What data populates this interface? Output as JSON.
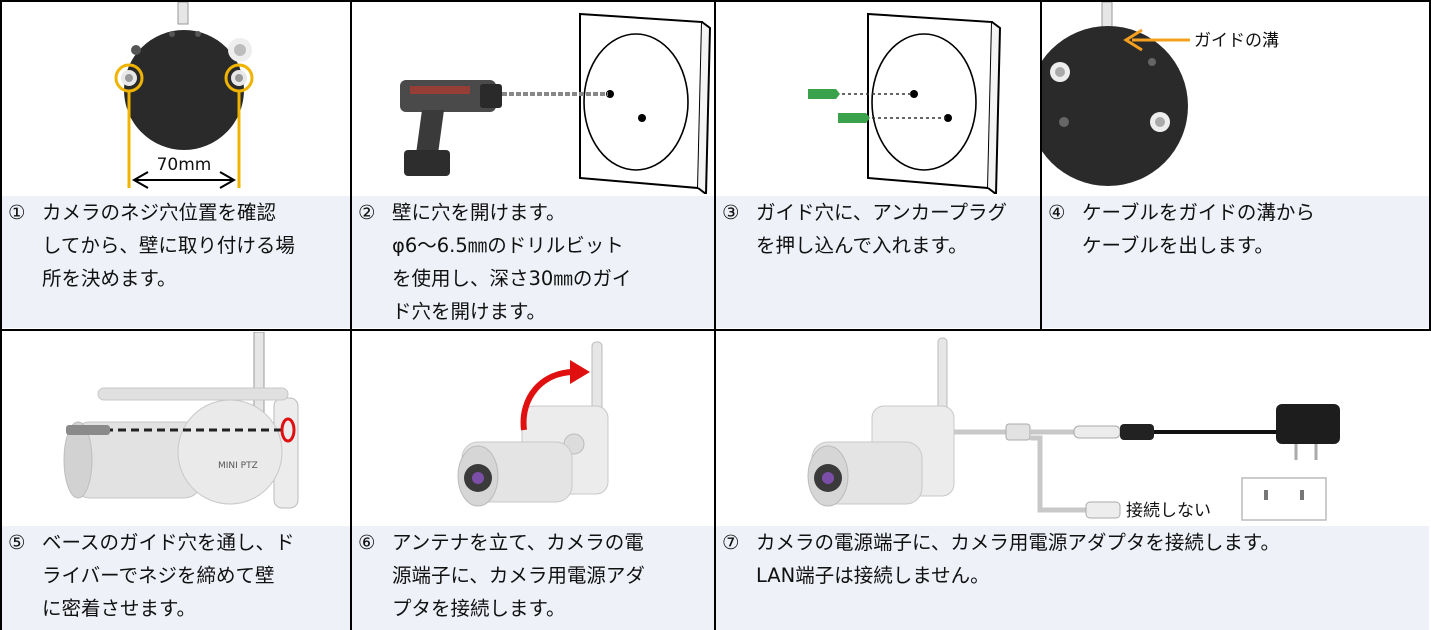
{
  "steps": [
    {
      "number": "①",
      "text": "カメラのネジ穴位置を確認\nしてから、壁に取り付ける場\n所を決めます。",
      "annotation": "70mm"
    },
    {
      "number": "②",
      "text": "壁に穴を開けます。\nφ6～6.5㎜のドリルビット\nを使用し、深さ30㎜のガイ\nド穴を開けます。"
    },
    {
      "number": "③",
      "text": "ガイド穴に、アンカープラグ\nを押し込んで入れます。"
    },
    {
      "number": "④",
      "text": "ケーブルをガイドの溝から\nケーブルを出します。",
      "annotation": "ガイドの溝"
    },
    {
      "number": "⑤",
      "text": "ベースのガイド穴を通し、ド\nライバーでネジを締めて壁\nに密着させます。",
      "camera_label": "MINI PTZ"
    },
    {
      "number": "⑥",
      "text": "アンテナを立て、カメラの電\n源端子に、カメラ用電源アダ\nプタを接続します。"
    },
    {
      "number": "⑦",
      "text": "カメラの電源端子に、カメラ用電源アダプタを接続します。\nLAN端子は接続しません。",
      "annotation": "接続しない"
    }
  ],
  "colors": {
    "accent_yellow": "#f0b400",
    "accent_orange": "#f5a11f",
    "accent_red": "#e01010",
    "anchor_green": "#3aa24a",
    "caption_bg": "#eef1f8"
  }
}
